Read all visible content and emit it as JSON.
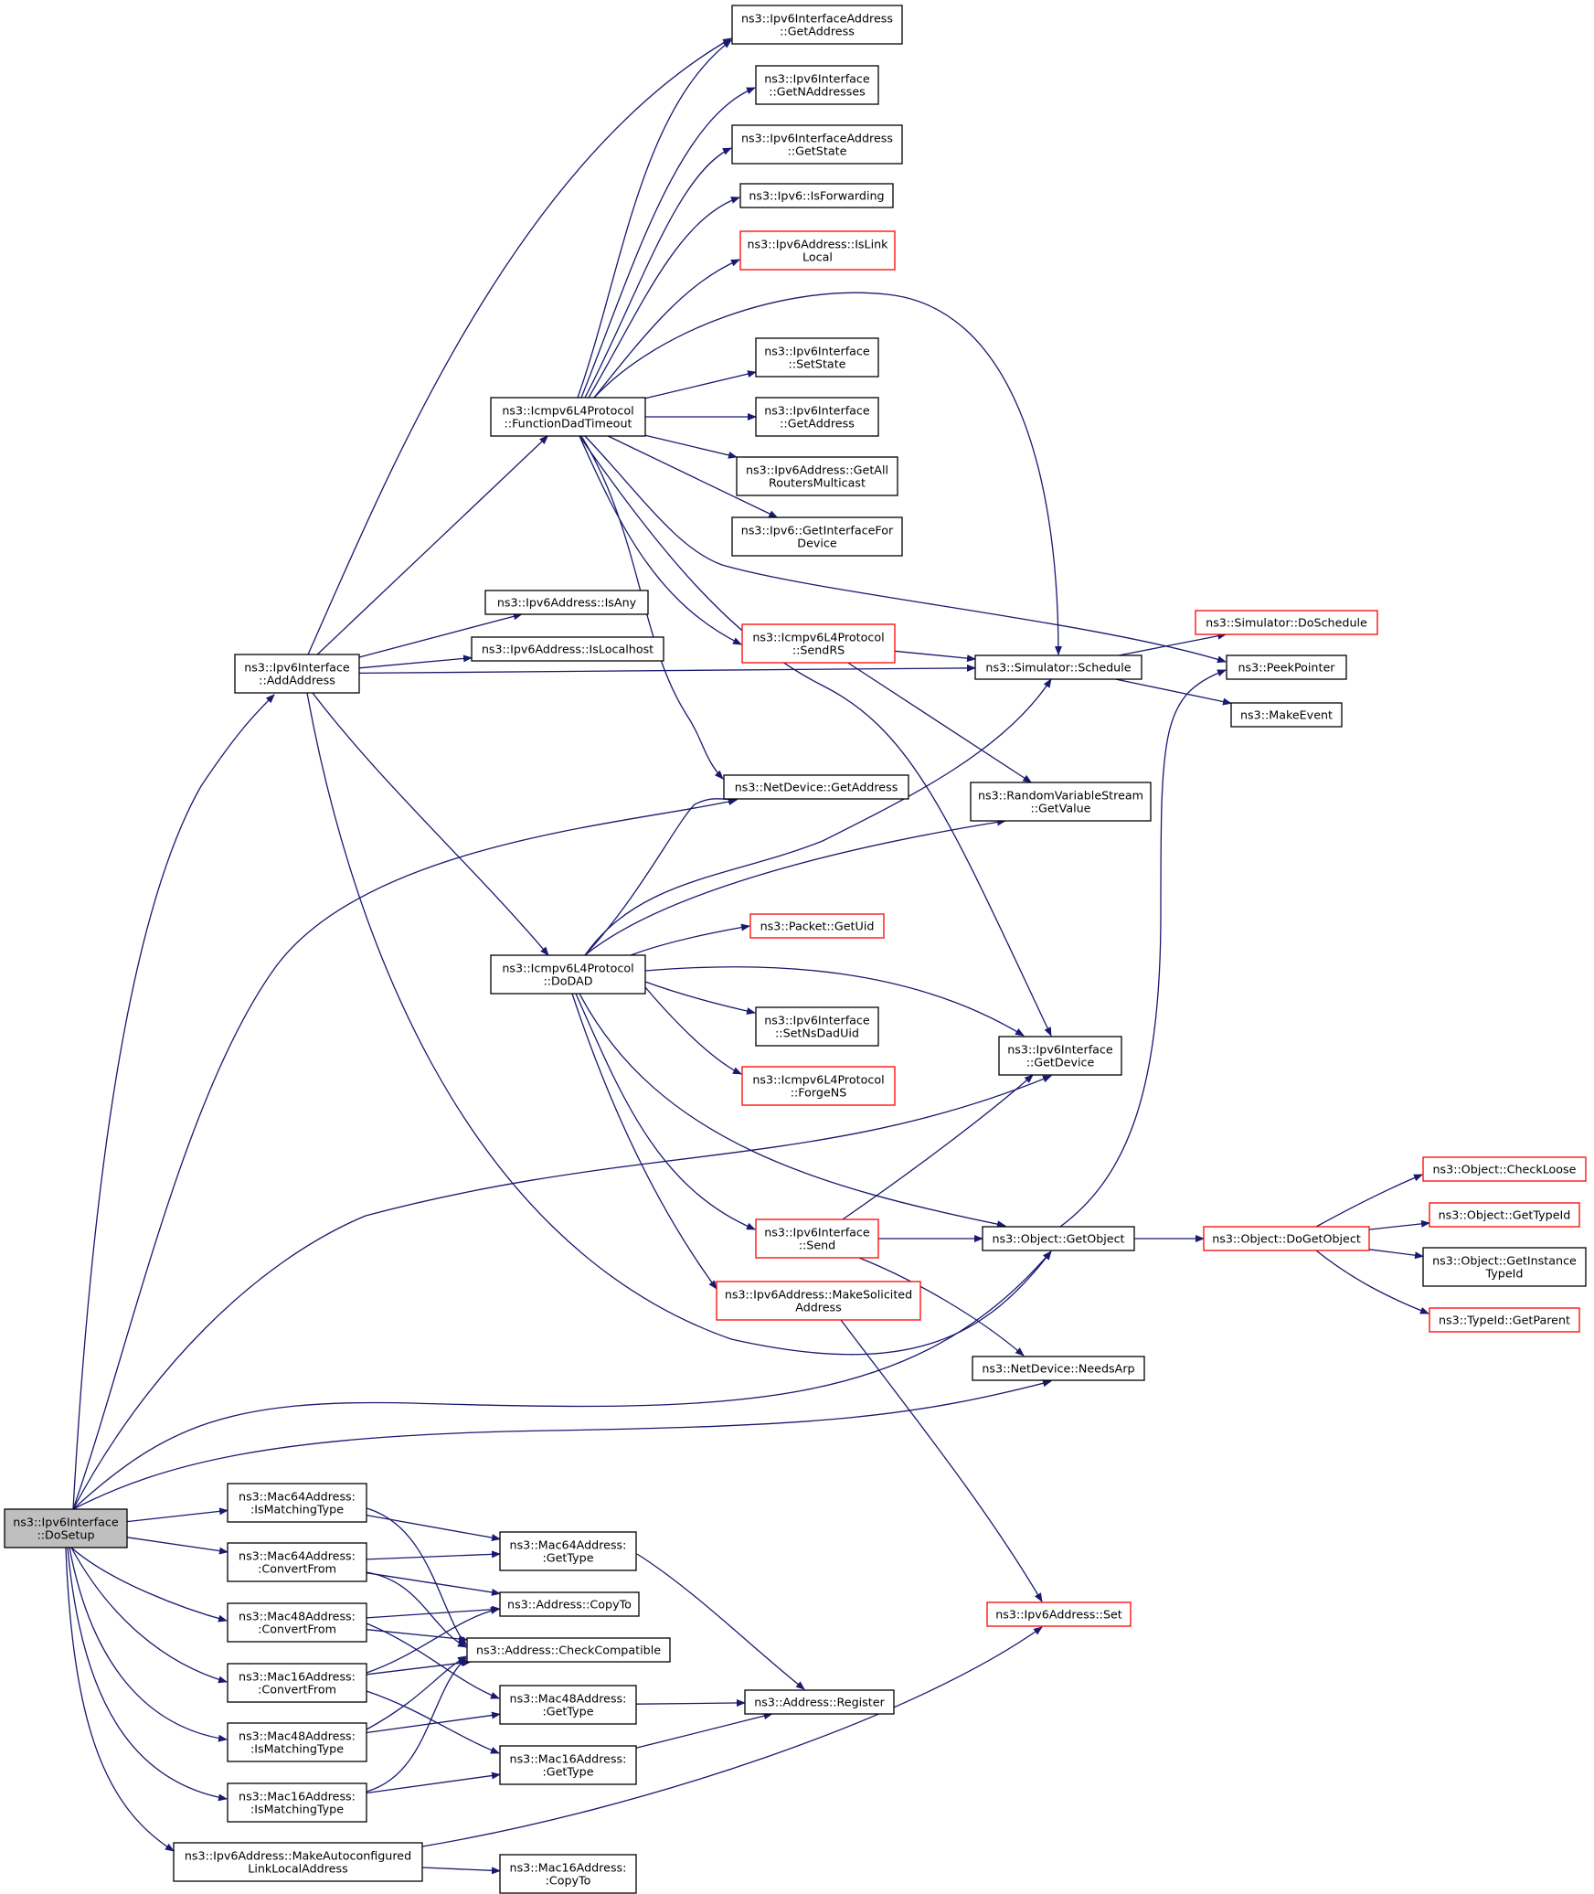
{
  "colors": {
    "edge": "#191970",
    "node_border": "#000000",
    "node_border_undocumented": "#ff0000",
    "node_fill": "#ffffff",
    "root_fill": "#bfbfbf"
  },
  "nodes": [
    {
      "id": "do_setup",
      "lines": [
        "ns3::Ipv6Interface",
        "::DoSetup"
      ],
      "style": "root"
    },
    {
      "id": "add_address",
      "lines": [
        "ns3::Ipv6Interface",
        "::AddAddress"
      ],
      "style": "normal"
    },
    {
      "id": "function_dad_timeout",
      "lines": [
        "ns3::Icmpv6L4Protocol",
        "::FunctionDadTimeout"
      ],
      "style": "normal"
    },
    {
      "id": "iface_addr_get_address",
      "lines": [
        "ns3::Ipv6InterfaceAddress",
        "::GetAddress"
      ],
      "style": "normal"
    },
    {
      "id": "get_n_addresses",
      "lines": [
        "ns3::Ipv6Interface",
        "::GetNAddresses"
      ],
      "style": "normal"
    },
    {
      "id": "iface_addr_get_state",
      "lines": [
        "ns3::Ipv6InterfaceAddress",
        "::GetState"
      ],
      "style": "normal"
    },
    {
      "id": "is_forwarding",
      "lines": [
        "ns3::Ipv6::IsForwarding"
      ],
      "style": "normal"
    },
    {
      "id": "is_link_local",
      "lines": [
        "ns3::Ipv6Address::IsLink",
        "Local"
      ],
      "style": "red"
    },
    {
      "id": "set_state",
      "lines": [
        "ns3::Ipv6Interface",
        "::SetState"
      ],
      "style": "normal"
    },
    {
      "id": "iface_get_address",
      "lines": [
        "ns3::Ipv6Interface",
        "::GetAddress"
      ],
      "style": "normal"
    },
    {
      "id": "get_all_routers_multicast",
      "lines": [
        "ns3::Ipv6Address::GetAll",
        "RoutersMulticast"
      ],
      "style": "normal"
    },
    {
      "id": "get_interface_for_device",
      "lines": [
        "ns3::Ipv6::GetInterfaceFor",
        "Device"
      ],
      "style": "normal"
    },
    {
      "id": "is_any",
      "lines": [
        "ns3::Ipv6Address::IsAny"
      ],
      "style": "normal"
    },
    {
      "id": "is_localhost",
      "lines": [
        "ns3::Ipv6Address::IsLocalhost"
      ],
      "style": "normal"
    },
    {
      "id": "send_rs",
      "lines": [
        "ns3::Icmpv6L4Protocol",
        "::SendRS"
      ],
      "style": "red"
    },
    {
      "id": "simulator_do_schedule",
      "lines": [
        "ns3::Simulator::DoSchedule"
      ],
      "style": "red"
    },
    {
      "id": "simulator_schedule",
      "lines": [
        "ns3::Simulator::Schedule"
      ],
      "style": "normal"
    },
    {
      "id": "peek_pointer",
      "lines": [
        "ns3::PeekPointer"
      ],
      "style": "normal"
    },
    {
      "id": "make_event",
      "lines": [
        "ns3::MakeEvent"
      ],
      "style": "normal"
    },
    {
      "id": "netdevice_get_address",
      "lines": [
        "ns3::NetDevice::GetAddress"
      ],
      "style": "normal"
    },
    {
      "id": "rvs_get_value",
      "lines": [
        "ns3::RandomVariableStream",
        "::GetValue"
      ],
      "style": "normal"
    },
    {
      "id": "packet_get_uid",
      "lines": [
        "ns3::Packet::GetUid"
      ],
      "style": "red"
    },
    {
      "id": "do_dad",
      "lines": [
        "ns3::Icmpv6L4Protocol",
        "::DoDAD"
      ],
      "style": "normal"
    },
    {
      "id": "set_ns_dad_uid",
      "lines": [
        "ns3::Ipv6Interface",
        "::SetNsDadUid"
      ],
      "style": "normal"
    },
    {
      "id": "forge_ns",
      "lines": [
        "ns3::Icmpv6L4Protocol",
        "::ForgeNS"
      ],
      "style": "red"
    },
    {
      "id": "iface_get_device",
      "lines": [
        "ns3::Ipv6Interface",
        "::GetDevice"
      ],
      "style": "normal"
    },
    {
      "id": "iface_send",
      "lines": [
        "ns3::Ipv6Interface",
        "::Send"
      ],
      "style": "red"
    },
    {
      "id": "object_get_object",
      "lines": [
        "ns3::Object::GetObject"
      ],
      "style": "normal"
    },
    {
      "id": "object_do_get_object",
      "lines": [
        "ns3::Object::DoGetObject"
      ],
      "style": "red"
    },
    {
      "id": "object_check_loose",
      "lines": [
        "ns3::Object::CheckLoose"
      ],
      "style": "red"
    },
    {
      "id": "object_get_type_id",
      "lines": [
        "ns3::Object::GetTypeId"
      ],
      "style": "red"
    },
    {
      "id": "object_get_instance_type_id",
      "lines": [
        "ns3::Object::GetInstance",
        "TypeId"
      ],
      "style": "normal"
    },
    {
      "id": "typeid_get_parent",
      "lines": [
        "ns3::TypeId::GetParent"
      ],
      "style": "red"
    },
    {
      "id": "make_solicited_address",
      "lines": [
        "ns3::Ipv6Address::MakeSolicited",
        "Address"
      ],
      "style": "red"
    },
    {
      "id": "netdevice_needs_arp",
      "lines": [
        "ns3::NetDevice::NeedsArp"
      ],
      "style": "normal"
    },
    {
      "id": "mac64_is_matching_type",
      "lines": [
        "ns3::Mac64Address:",
        ":IsMatchingType"
      ],
      "style": "normal"
    },
    {
      "id": "mac64_convert_from",
      "lines": [
        "ns3::Mac64Address:",
        ":ConvertFrom"
      ],
      "style": "normal"
    },
    {
      "id": "mac48_convert_from",
      "lines": [
        "ns3::Mac48Address:",
        ":ConvertFrom"
      ],
      "style": "normal"
    },
    {
      "id": "mac16_convert_from",
      "lines": [
        "ns3::Mac16Address:",
        ":ConvertFrom"
      ],
      "style": "normal"
    },
    {
      "id": "mac48_is_matching_type",
      "lines": [
        "ns3::Mac48Address:",
        ":IsMatchingType"
      ],
      "style": "normal"
    },
    {
      "id": "mac16_is_matching_type",
      "lines": [
        "ns3::Mac16Address:",
        ":IsMatchingType"
      ],
      "style": "normal"
    },
    {
      "id": "mac64_get_type",
      "lines": [
        "ns3::Mac64Address:",
        ":GetType"
      ],
      "style": "normal"
    },
    {
      "id": "address_copy_to",
      "lines": [
        "ns3::Address::CopyTo"
      ],
      "style": "normal"
    },
    {
      "id": "address_check_compatible",
      "lines": [
        "ns3::Address::CheckCompatible"
      ],
      "style": "normal"
    },
    {
      "id": "mac48_get_type",
      "lines": [
        "ns3::Mac48Address:",
        ":GetType"
      ],
      "style": "normal"
    },
    {
      "id": "mac16_get_type",
      "lines": [
        "ns3::Mac16Address:",
        ":GetType"
      ],
      "style": "normal"
    },
    {
      "id": "address_register",
      "lines": [
        "ns3::Address::Register"
      ],
      "style": "normal"
    },
    {
      "id": "ipv6_address_set",
      "lines": [
        "ns3::Ipv6Address::Set"
      ],
      "style": "red"
    },
    {
      "id": "make_autoconfigured_ll",
      "lines": [
        "ns3::Ipv6Address::MakeAutoconfigured",
        "LinkLocalAddress"
      ],
      "style": "normal"
    },
    {
      "id": "mac16_copy_to",
      "lines": [
        "ns3::Mac16Address:",
        ":CopyTo"
      ],
      "style": "normal"
    }
  ],
  "edges": [
    [
      "do_setup",
      "add_address"
    ],
    [
      "do_setup",
      "netdevice_get_address"
    ],
    [
      "do_setup",
      "iface_get_device"
    ],
    [
      "do_setup",
      "object_get_object"
    ],
    [
      "do_setup",
      "netdevice_needs_arp"
    ],
    [
      "do_setup",
      "mac64_is_matching_type"
    ],
    [
      "do_setup",
      "mac64_convert_from"
    ],
    [
      "do_setup",
      "mac48_convert_from"
    ],
    [
      "do_setup",
      "mac16_convert_from"
    ],
    [
      "do_setup",
      "mac48_is_matching_type"
    ],
    [
      "do_setup",
      "mac16_is_matching_type"
    ],
    [
      "do_setup",
      "make_autoconfigured_ll"
    ],
    [
      "add_address",
      "iface_addr_get_address"
    ],
    [
      "add_address",
      "function_dad_timeout"
    ],
    [
      "add_address",
      "is_any"
    ],
    [
      "add_address",
      "is_localhost"
    ],
    [
      "add_address",
      "simulator_schedule"
    ],
    [
      "add_address",
      "do_dad"
    ],
    [
      "add_address",
      "object_get_object"
    ],
    [
      "function_dad_timeout",
      "iface_addr_get_address"
    ],
    [
      "function_dad_timeout",
      "get_n_addresses"
    ],
    [
      "function_dad_timeout",
      "iface_addr_get_state"
    ],
    [
      "function_dad_timeout",
      "is_forwarding"
    ],
    [
      "function_dad_timeout",
      "is_link_local"
    ],
    [
      "function_dad_timeout",
      "simulator_schedule"
    ],
    [
      "function_dad_timeout",
      "set_state"
    ],
    [
      "function_dad_timeout",
      "iface_get_address"
    ],
    [
      "function_dad_timeout",
      "get_all_routers_multicast"
    ],
    [
      "function_dad_timeout",
      "get_interface_for_device"
    ],
    [
      "function_dad_timeout",
      "peek_pointer"
    ],
    [
      "function_dad_timeout",
      "send_rs"
    ],
    [
      "function_dad_timeout",
      "netdevice_get_address"
    ],
    [
      "function_dad_timeout",
      "iface_get_device"
    ],
    [
      "send_rs",
      "simulator_schedule"
    ],
    [
      "send_rs",
      "rvs_get_value"
    ],
    [
      "simulator_schedule",
      "simulator_do_schedule"
    ],
    [
      "simulator_schedule",
      "make_event"
    ],
    [
      "do_dad",
      "netdevice_get_address"
    ],
    [
      "do_dad",
      "simulator_schedule"
    ],
    [
      "do_dad",
      "rvs_get_value"
    ],
    [
      "do_dad",
      "packet_get_uid"
    ],
    [
      "do_dad",
      "iface_get_device"
    ],
    [
      "do_dad",
      "set_ns_dad_uid"
    ],
    [
      "do_dad",
      "forge_ns"
    ],
    [
      "do_dad",
      "object_get_object"
    ],
    [
      "do_dad",
      "iface_send"
    ],
    [
      "do_dad",
      "make_solicited_address"
    ],
    [
      "iface_send",
      "iface_get_device"
    ],
    [
      "iface_send",
      "object_get_object"
    ],
    [
      "iface_send",
      "netdevice_needs_arp"
    ],
    [
      "object_get_object",
      "peek_pointer"
    ],
    [
      "object_get_object",
      "object_do_get_object"
    ],
    [
      "object_do_get_object",
      "object_check_loose"
    ],
    [
      "object_do_get_object",
      "object_get_type_id"
    ],
    [
      "object_do_get_object",
      "object_get_instance_type_id"
    ],
    [
      "object_do_get_object",
      "typeid_get_parent"
    ],
    [
      "make_solicited_address",
      "ipv6_address_set"
    ],
    [
      "mac64_is_matching_type",
      "mac64_get_type"
    ],
    [
      "mac64_is_matching_type",
      "address_check_compatible"
    ],
    [
      "mac64_convert_from",
      "mac64_get_type"
    ],
    [
      "mac64_convert_from",
      "address_copy_to"
    ],
    [
      "mac64_convert_from",
      "address_check_compatible"
    ],
    [
      "mac48_convert_from",
      "address_copy_to"
    ],
    [
      "mac48_convert_from",
      "address_check_compatible"
    ],
    [
      "mac48_convert_from",
      "mac48_get_type"
    ],
    [
      "mac16_convert_from",
      "address_copy_to"
    ],
    [
      "mac16_convert_from",
      "address_check_compatible"
    ],
    [
      "mac16_convert_from",
      "mac16_get_type"
    ],
    [
      "mac48_is_matching_type",
      "address_check_compatible"
    ],
    [
      "mac48_is_matching_type",
      "mac48_get_type"
    ],
    [
      "mac16_is_matching_type",
      "address_check_compatible"
    ],
    [
      "mac16_is_matching_type",
      "mac16_get_type"
    ],
    [
      "mac64_get_type",
      "address_register"
    ],
    [
      "mac48_get_type",
      "address_register"
    ],
    [
      "mac16_get_type",
      "address_register"
    ],
    [
      "make_autoconfigured_ll",
      "ipv6_address_set"
    ],
    [
      "make_autoconfigured_ll",
      "mac16_copy_to"
    ]
  ]
}
